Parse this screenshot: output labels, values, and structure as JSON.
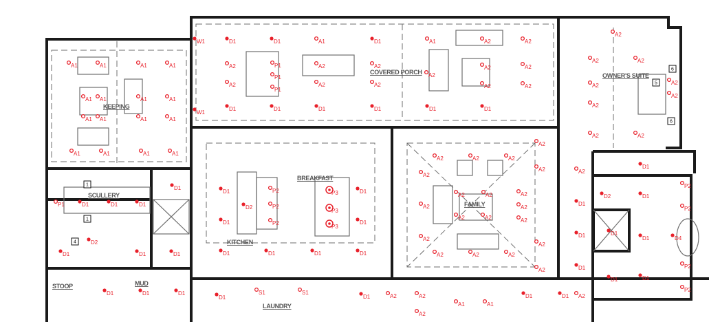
{
  "title": "Lighting Floor Plan",
  "colors": {
    "fixture": "#e8202a",
    "wall": "#1a1a1a",
    "line": "#6e6e6e"
  },
  "rooms": [
    "KEEPING",
    "COVERED PORCH",
    "OWNER'S SUITE",
    "SCULLERY",
    "KITCHEN",
    "BREAKFAST",
    "FAMILY",
    "STOOP",
    "MUD",
    "LAUNDRY"
  ],
  "tags": [
    "1",
    "1",
    "4",
    "5",
    "6",
    "6"
  ],
  "fixtures": {
    "keeping": [
      "A1",
      "A1",
      "A1",
      "A1",
      "A1",
      "A1",
      "A1",
      "A1",
      "A1",
      "A1",
      "A1",
      "A1",
      "A1",
      "A1",
      "A1",
      "A1"
    ],
    "porch": [
      "W1",
      "W1",
      "D1",
      "D1",
      "A1",
      "D1",
      "A1",
      "A2",
      "A2",
      "A2",
      "P1",
      "A2",
      "A2",
      "A2",
      "A2",
      "A2",
      "A2",
      "P1",
      "A2",
      "A2",
      "A2",
      "A2",
      "P1",
      "D1",
      "D1",
      "D1",
      "D1",
      "D1",
      "D1"
    ],
    "owners": [
      "A2",
      "A2",
      "A2",
      "A2",
      "A2",
      "A2",
      "A2",
      "A2",
      "A2"
    ],
    "west": [
      "P1",
      "D1",
      "D1",
      "D1",
      "D1",
      "D1",
      "D1",
      "D2",
      "P2",
      "P2",
      "P2",
      "P3",
      "P3",
      "P3",
      "D1",
      "D1",
      "D1",
      "D1",
      "D1",
      "D1",
      "D1",
      "D1",
      "D1",
      "D2",
      "D1",
      "D1",
      "D1",
      "D1",
      "S1",
      "S1",
      "D1"
    ],
    "east": [
      "A2",
      "A2",
      "A2",
      "A2",
      "A2",
      "A2",
      "A2",
      "A2",
      "A2",
      "A2",
      "A2",
      "A2",
      "A2",
      "A2",
      "A2",
      "A2",
      "A2",
      "A2",
      "A2",
      "A2",
      "A2",
      "D1",
      "D1",
      "D1",
      "D1",
      "D2",
      "D1",
      "D1",
      "D1",
      "D4",
      "P2",
      "P2",
      "P2",
      "P2",
      "D1",
      "D1",
      "A2",
      "A2",
      "A2",
      "A1",
      "A1",
      "D1",
      "D1",
      "A2"
    ]
  }
}
